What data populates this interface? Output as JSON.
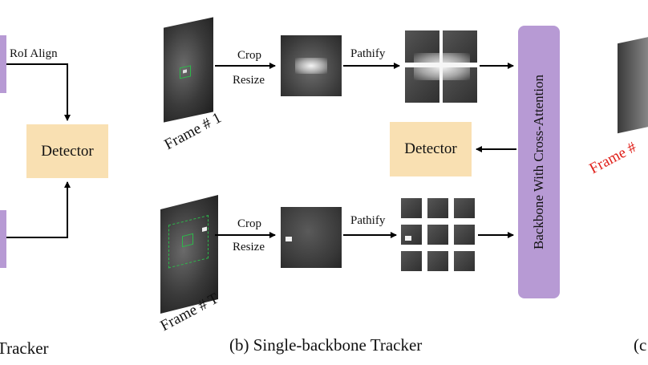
{
  "panel_a": {
    "roi_align": "RoI Align",
    "detector": "Detector",
    "caption_fragment": "Tracker"
  },
  "panel_b": {
    "crop_top": "Crop",
    "resize_top": "Resize",
    "pathify_top": "Pathify",
    "crop_bottom": "Crop",
    "resize_bottom": "Resize",
    "pathify_bottom": "Pathify",
    "frame_1": "Frame # 1",
    "frame_t": "Frame # T",
    "detector": "Detector",
    "backbone": "Backbone With Cross-Attention",
    "caption": "(b) Single-backbone Tracker"
  },
  "panel_c": {
    "frame_fragment": "Frame # ",
    "caption_fragment": "(c"
  },
  "colors": {
    "detector_fill": "#f9e0b2",
    "backbone_fill": "#b79ad4",
    "bbox_green": "#2db84a",
    "frame_label_red": "#e0201a"
  }
}
